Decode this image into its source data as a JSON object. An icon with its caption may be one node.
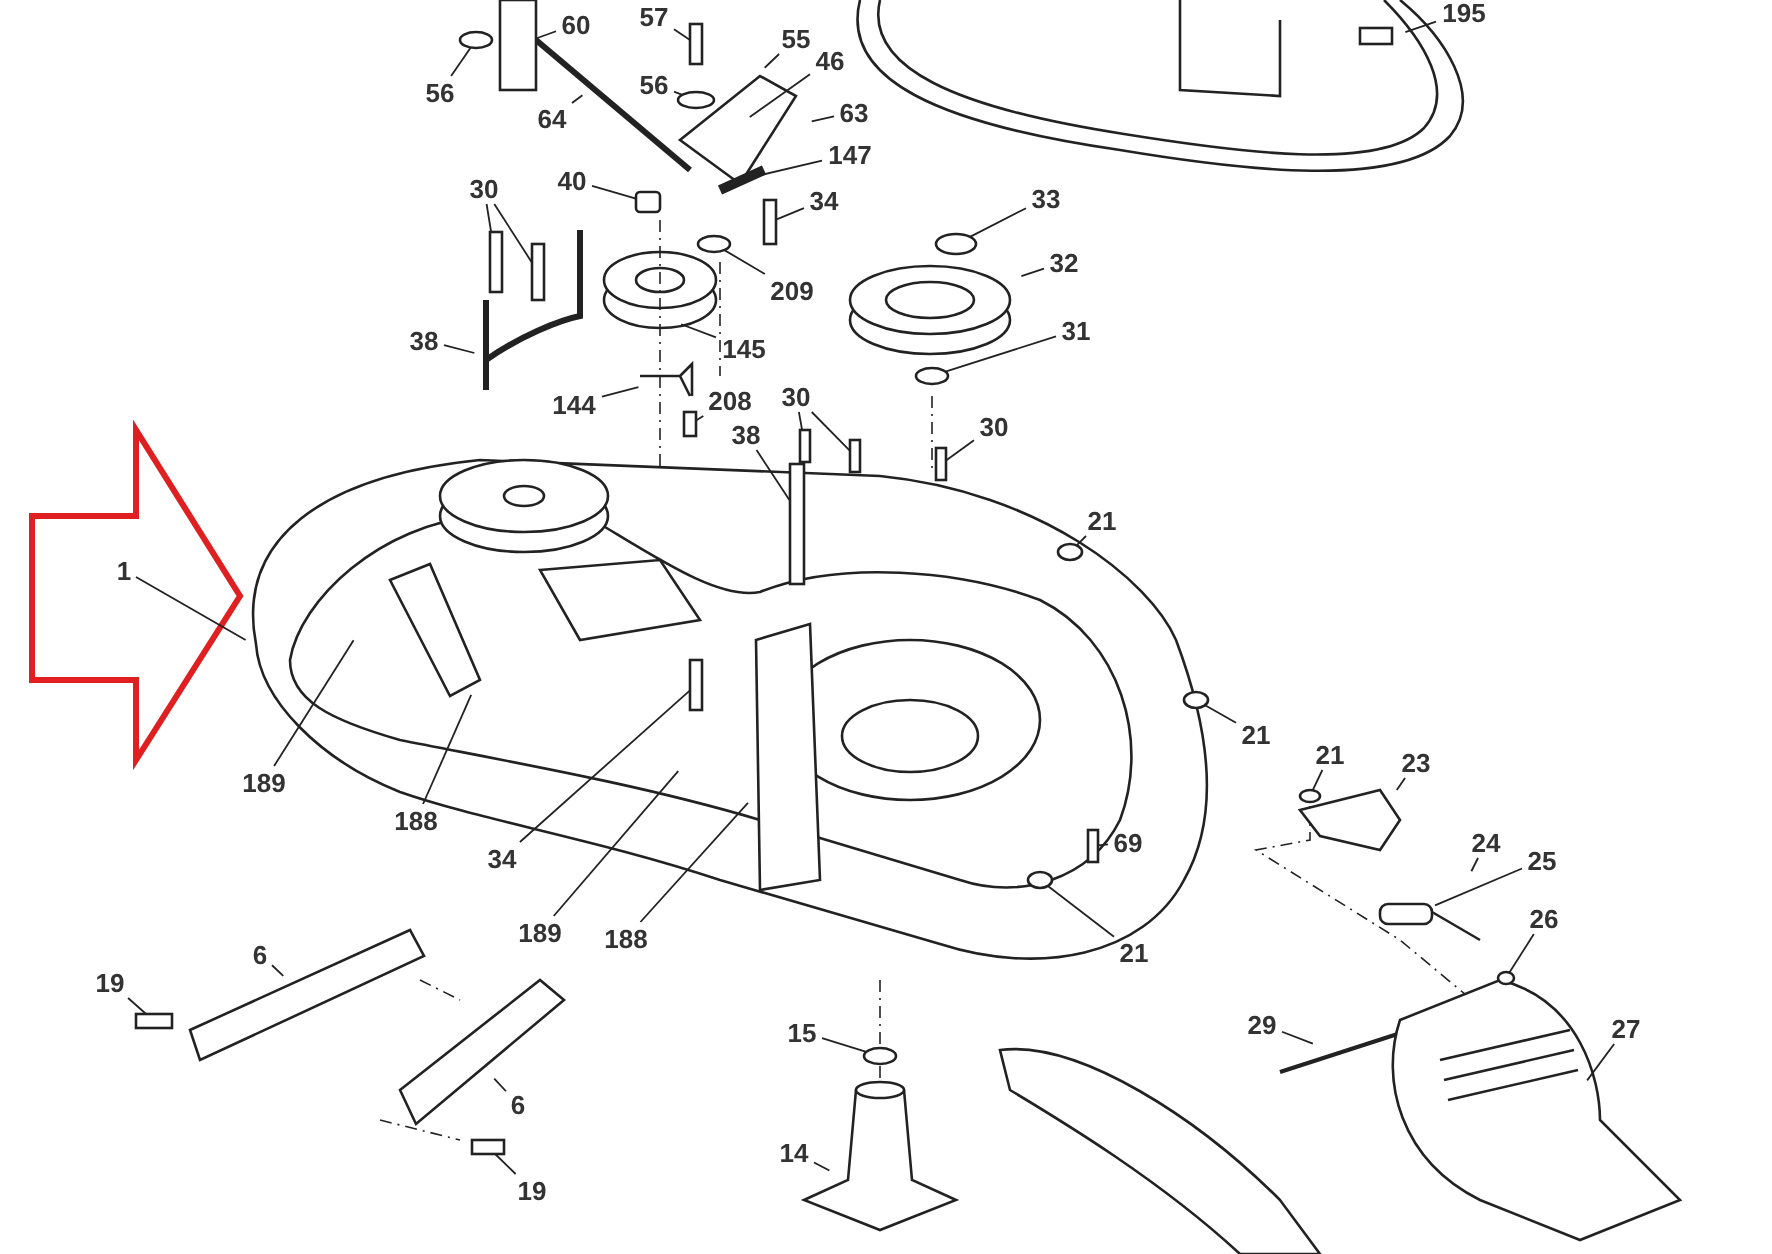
{
  "diagram": {
    "nodes": [
      {
        "text": [
          "60"
        ]
      },
      {
        "text": [
          "57"
        ]
      },
      {
        "text": [
          "56"
        ]
      },
      {
        "text": [
          "55"
        ]
      },
      {
        "text": [
          "56"
        ]
      },
      {
        "text": [
          "46"
        ]
      },
      {
        "text": [
          "64"
        ]
      },
      {
        "text": [
          "63"
        ]
      },
      {
        "text": [
          "147"
        ]
      },
      {
        "text": [
          "195"
        ]
      },
      {
        "text": [
          "40"
        ]
      },
      {
        "text": [
          "34"
        ]
      },
      {
        "text": [
          "33"
        ]
      },
      {
        "text": [
          "30"
        ]
      },
      {
        "text": [
          "32"
        ]
      },
      {
        "text": [
          "209"
        ]
      },
      {
        "text": [
          "38"
        ]
      },
      {
        "text": [
          "145"
        ]
      },
      {
        "text": [
          "31"
        ]
      },
      {
        "text": [
          "144"
        ]
      },
      {
        "text": [
          "208"
        ]
      },
      {
        "text": [
          "30"
        ]
      },
      {
        "text": [
          "30"
        ]
      },
      {
        "text": [
          "38"
        ]
      },
      {
        "text": [
          "21"
        ]
      },
      {
        "text": [
          "1"
        ]
      },
      {
        "text": [
          "21"
        ]
      },
      {
        "text": [
          "21"
        ]
      },
      {
        "text": [
          "23"
        ]
      },
      {
        "text": [
          "189"
        ]
      },
      {
        "text": [
          "188"
        ]
      },
      {
        "text": [
          "69"
        ]
      },
      {
        "text": [
          "24"
        ]
      },
      {
        "text": [
          "25"
        ]
      },
      {
        "text": [
          "34"
        ]
      },
      {
        "text": [
          "26"
        ]
      },
      {
        "text": [
          "189"
        ]
      },
      {
        "text": [
          "188"
        ]
      },
      {
        "text": [
          "21"
        ]
      },
      {
        "text": [
          "19"
        ]
      },
      {
        "text": [
          "6"
        ]
      },
      {
        "text": [
          "15"
        ]
      },
      {
        "text": [
          "29"
        ]
      },
      {
        "text": [
          "27"
        ]
      },
      {
        "text": [
          "14"
        ]
      },
      {
        "text": [
          "6"
        ]
      },
      {
        "text": [
          "19"
        ]
      },
      {
        "text": [],
        "shape": "bar"
      },
      {
        "text": [],
        "shape": "circle"
      },
      {
        "text": [],
        "shape": "circle"
      },
      {
        "text": [],
        "shape": "box"
      },
      {
        "text": [],
        "shape": "bar"
      },
      {
        "text": [],
        "shape": "circle"
      },
      {
        "text": [],
        "shape": "circle"
      },
      {
        "text": [],
        "shape": "bar"
      },
      {
        "text": [],
        "shape": "circle"
      },
      {
        "text": [],
        "shape": "circle"
      },
      {
        "text": [],
        "shape": "circle"
      },
      {
        "text": [],
        "shape": "circle"
      },
      {
        "text": [],
        "shape": "bar"
      },
      {
        "text": [],
        "shape": "circle"
      },
      {
        "text": [],
        "shape": "bar"
      },
      {
        "text": [],
        "shape": "circle"
      },
      {
        "text": [],
        "shape": "bar"
      },
      {
        "text": [],
        "shape": "bar"
      },
      {
        "text": [],
        "shape": "bar"
      },
      {
        "text": [],
        "shape": "bar"
      },
      {
        "text": [],
        "shape": "bar"
      },
      {
        "text": [],
        "shape": "bar"
      },
      {
        "text": [],
        "shape": "circle"
      },
      {
        "text": [],
        "shape": "bar"
      },
      {
        "text": [],
        "shape": "bar"
      }
    ],
    "edges": [
      {
        "from": 0,
        "to": 71,
        "arrow": "none"
      },
      {
        "from": 1,
        "to": 47,
        "arrow": "none"
      },
      {
        "from": 2,
        "to": 48,
        "arrow": "none"
      },
      {
        "from": 3,
        "to": null,
        "arrow": "none"
      },
      {
        "from": 4,
        "to": 49,
        "arrow": "none"
      },
      {
        "from": 5,
        "to": null,
        "arrow": "none"
      },
      {
        "from": 6,
        "to": null,
        "arrow": "none"
      },
      {
        "from": 7,
        "to": null,
        "arrow": "none"
      },
      {
        "from": 8,
        "to": null,
        "arrow": "none"
      },
      {
        "from": 9,
        "to": null,
        "arrow": "none"
      },
      {
        "from": 10,
        "to": 50,
        "arrow": "none"
      },
      {
        "from": 11,
        "to": 51,
        "arrow": "none"
      },
      {
        "from": 12,
        "to": 52,
        "arrow": "none"
      },
      {
        "from": 13,
        "to": 64,
        "arrow": "none"
      },
      {
        "from": 13,
        "to": 65,
        "arrow": "none"
      },
      {
        "from": 14,
        "to": null,
        "arrow": "none"
      },
      {
        "from": 15,
        "to": 53,
        "arrow": "none"
      },
      {
        "from": 16,
        "to": null,
        "arrow": "none"
      },
      {
        "from": 17,
        "to": null,
        "arrow": "none"
      },
      {
        "from": 18,
        "to": 69,
        "arrow": "none"
      },
      {
        "from": 19,
        "to": null,
        "arrow": "none"
      },
      {
        "from": 20,
        "to": 54,
        "arrow": "none"
      },
      {
        "from": 21,
        "to": 66,
        "arrow": "none"
      },
      {
        "from": 21,
        "to": 67,
        "arrow": "none"
      },
      {
        "from": 22,
        "to": 68,
        "arrow": "none"
      },
      {
        "from": 23,
        "to": null,
        "arrow": "none"
      },
      {
        "from": 24,
        "to": 55,
        "arrow": "none"
      },
      {
        "from": 25,
        "to": null,
        "arrow": "none"
      },
      {
        "from": 26,
        "to": 56,
        "arrow": "none"
      },
      {
        "from": 27,
        "to": 57,
        "arrow": "none"
      },
      {
        "from": 28,
        "to": null,
        "arrow": "none"
      },
      {
        "from": 29,
        "to": null,
        "arrow": "none"
      },
      {
        "from": 30,
        "to": null,
        "arrow": "none"
      },
      {
        "from": 31,
        "to": 63,
        "arrow": "none"
      },
      {
        "from": 32,
        "to": null,
        "arrow": "none"
      },
      {
        "from": 33,
        "to": null,
        "arrow": "none"
      },
      {
        "from": 34,
        "to": 70,
        "arrow": "none"
      },
      {
        "from": 35,
        "to": 62,
        "arrow": "none"
      },
      {
        "from": 36,
        "to": null,
        "arrow": "none"
      },
      {
        "from": 37,
        "to": null,
        "arrow": "none"
      },
      {
        "from": 38,
        "to": 58,
        "arrow": "none"
      },
      {
        "from": 39,
        "to": 59,
        "arrow": "none"
      },
      {
        "from": 40,
        "to": null,
        "arrow": "none"
      },
      {
        "from": 41,
        "to": 60,
        "arrow": "none"
      },
      {
        "from": 42,
        "to": null,
        "arrow": "none"
      },
      {
        "from": 43,
        "to": null,
        "arrow": "none"
      },
      {
        "from": 44,
        "to": null,
        "arrow": "none"
      },
      {
        "from": 45,
        "to": null,
        "arrow": "none"
      },
      {
        "from": 46,
        "to": 61,
        "arrow": "none"
      }
    ]
  }
}
